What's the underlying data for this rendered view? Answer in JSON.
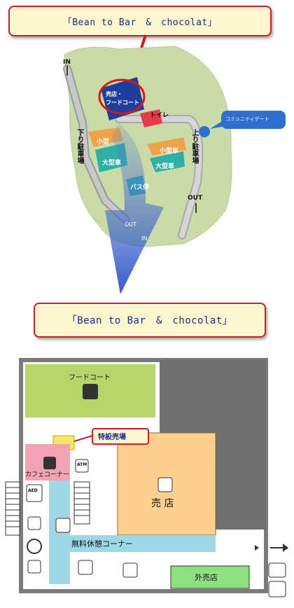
{
  "title_top": "「Bean to Bar　&　chocolat」",
  "title_bottom": "「Bean to Bar　&　chocolat」",
  "site_map": {
    "in_top": "IN",
    "shop_line1": "売店・",
    "shop_line2": "フードコート",
    "toilet": "トイレ",
    "community_gate": "コミュニティゲート",
    "down_parking": "下り駐車場",
    "up_parking": "上り駐車場",
    "small_car_1": "小型",
    "small_car_2": "小型車",
    "large_car_1": "大型車",
    "large_car_2": "大型車",
    "bus_stop": "バス停",
    "out_right": "OUT",
    "out_center": "OUT",
    "in_center": "IN"
  },
  "floor_plan": {
    "food_court": "フードコート",
    "special_sales": "特設売場",
    "cafe_corner": "カフェコーナー",
    "atm": "ATM",
    "aed": "AED",
    "shop": "売 店",
    "free_rest": "無料休憩コーナー",
    "outdoor_shop": "外売店"
  },
  "colors": {
    "callout_border": "#c8202a",
    "callout_fill": "#fdf6cf",
    "callout_text": "#1a2b8c",
    "food_court": "#b5d46a",
    "shop": "#fcd18f",
    "rest": "#9ed8e6",
    "cafe": "#f2a3b3",
    "outdoor": "#8fe07e",
    "wall": "#7a7a7a"
  }
}
